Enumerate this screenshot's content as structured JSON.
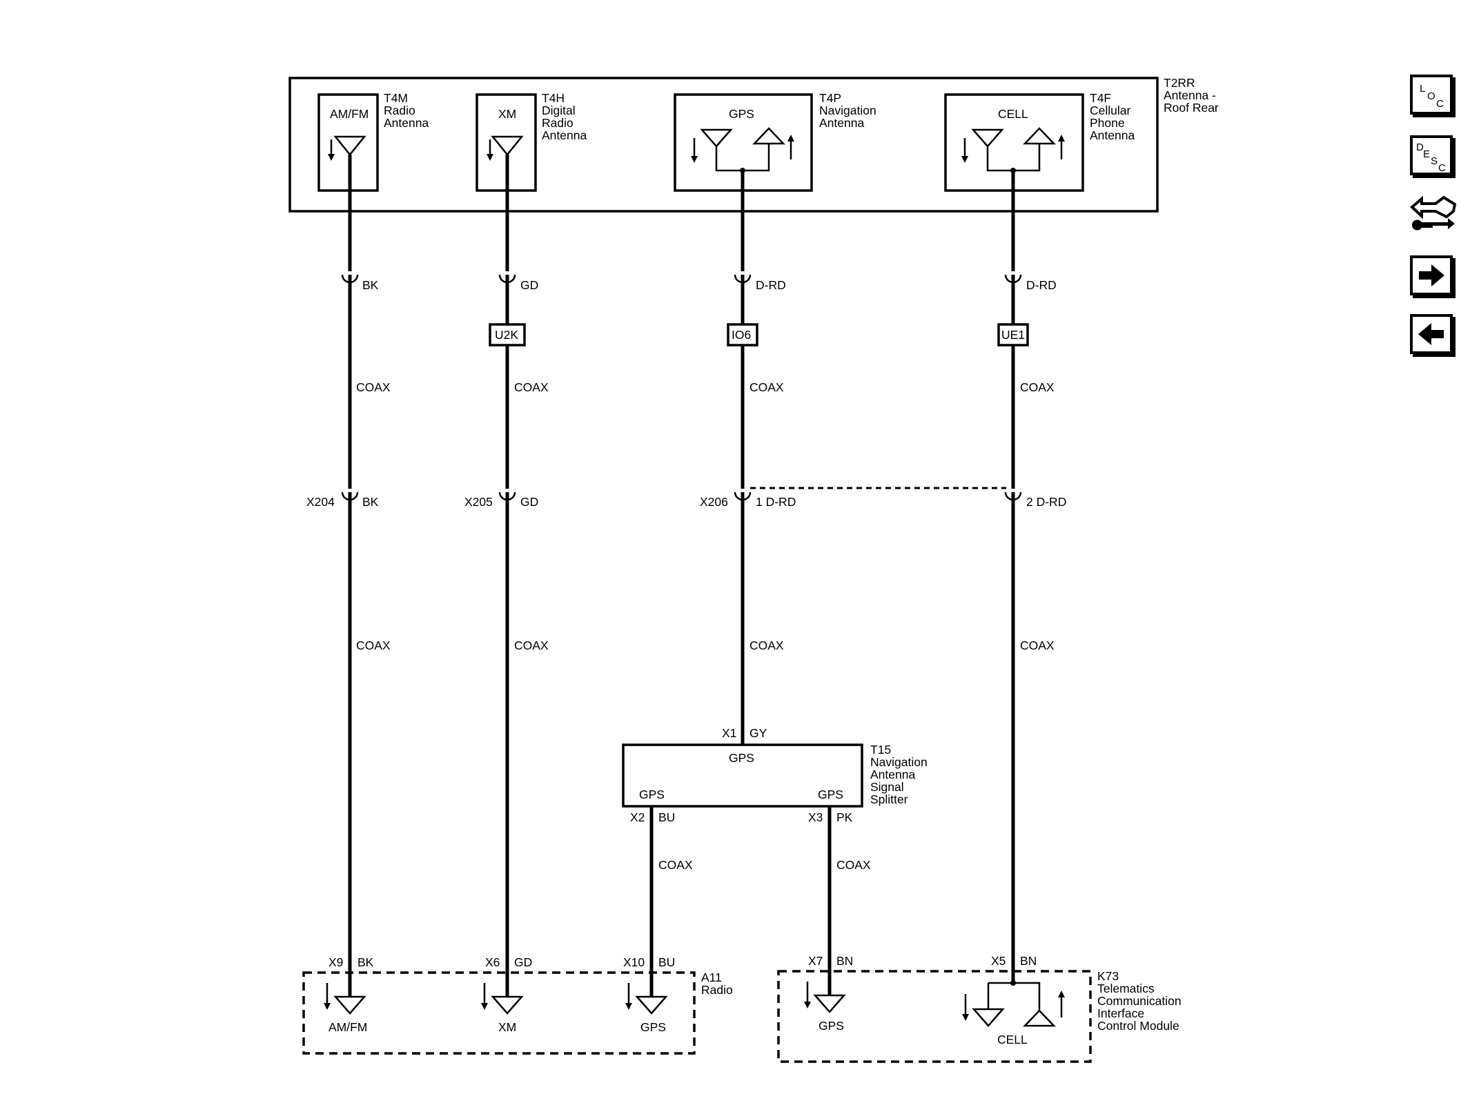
{
  "t2rr": {
    "id": "T2RR",
    "line1": "Antenna -",
    "line2": "Roof Rear"
  },
  "t4m": {
    "label": "AM/FM",
    "id": "T4M",
    "line1": "Radio",
    "line2": "Antenna"
  },
  "t4h": {
    "label": "XM",
    "id": "T4H",
    "line1": "Digital",
    "line2": "Radio",
    "line3": "Antenna"
  },
  "t4p": {
    "label": "GPS",
    "id": "T4P",
    "line1": "Navigation",
    "line2": "Antenna"
  },
  "t4f": {
    "label": "CELL",
    "id": "T4F",
    "line1": "Cellular",
    "line2": "Phone",
    "line3": "Antenna"
  },
  "circuit1": {
    "top_color": "BK",
    "wire_top": "COAX",
    "inline_conn": "X204",
    "inline_color": "BK",
    "wire_mid": "COAX",
    "end_pin": "X9",
    "end_color": "BK"
  },
  "circuit2": {
    "top_color": "GD",
    "option": "U2K",
    "wire_top": "COAX",
    "inline_conn": "X205",
    "inline_color": "GD",
    "wire_mid": "COAX",
    "end_pin": "X6",
    "end_color": "GD"
  },
  "circuit3": {
    "top_color": "D-RD",
    "option": "IO6",
    "wire_top": "COAX",
    "inline_conn": "X206",
    "inline_color": "1 D-RD",
    "wire_mid": "COAX",
    "in_pin": "X1",
    "in_color": "GY"
  },
  "circuit4": {
    "top_color": "D-RD",
    "option": "UE1",
    "wire_top": "COAX",
    "inline_color": "2 D-RD",
    "wire_mid": "COAX",
    "end_pin": "X5",
    "end_color": "BN"
  },
  "t15": {
    "top_label": "GPS",
    "left_label": "GPS",
    "right_label": "GPS",
    "id": "T15",
    "line1": "Navigation",
    "line2": "Antenna",
    "line3": "Signal",
    "line4": "Splitter",
    "out_left_pin": "X2",
    "out_left_color": "BU",
    "out_right_pin": "X3",
    "out_right_color": "PK",
    "wire_left": "COAX",
    "wire_right": "COAX"
  },
  "a11": {
    "id": "A11",
    "line1": "Radio",
    "lbl_amfm": "AM/FM",
    "lbl_xm": "XM",
    "lbl_gps": "GPS",
    "gps_pin": "X10",
    "gps_color": "BU"
  },
  "k73": {
    "id": "K73",
    "line1": "Telematics",
    "line2": "Communication",
    "line3": "Interface",
    "line4": "Control Module",
    "lbl_gps": "GPS",
    "lbl_cell": "CELL",
    "gps_pin": "X7",
    "gps_color": "BN"
  },
  "nav": {
    "loc": {
      "l": "L",
      "o": "O",
      "c": "C"
    },
    "desc": {
      "d": "D",
      "e": "E",
      "s": "S",
      "c": "C"
    },
    "icons": [
      "loc-icon",
      "desc-icon",
      "tool-swap-icon",
      "next-arrow-icon",
      "prev-arrow-icon"
    ]
  }
}
